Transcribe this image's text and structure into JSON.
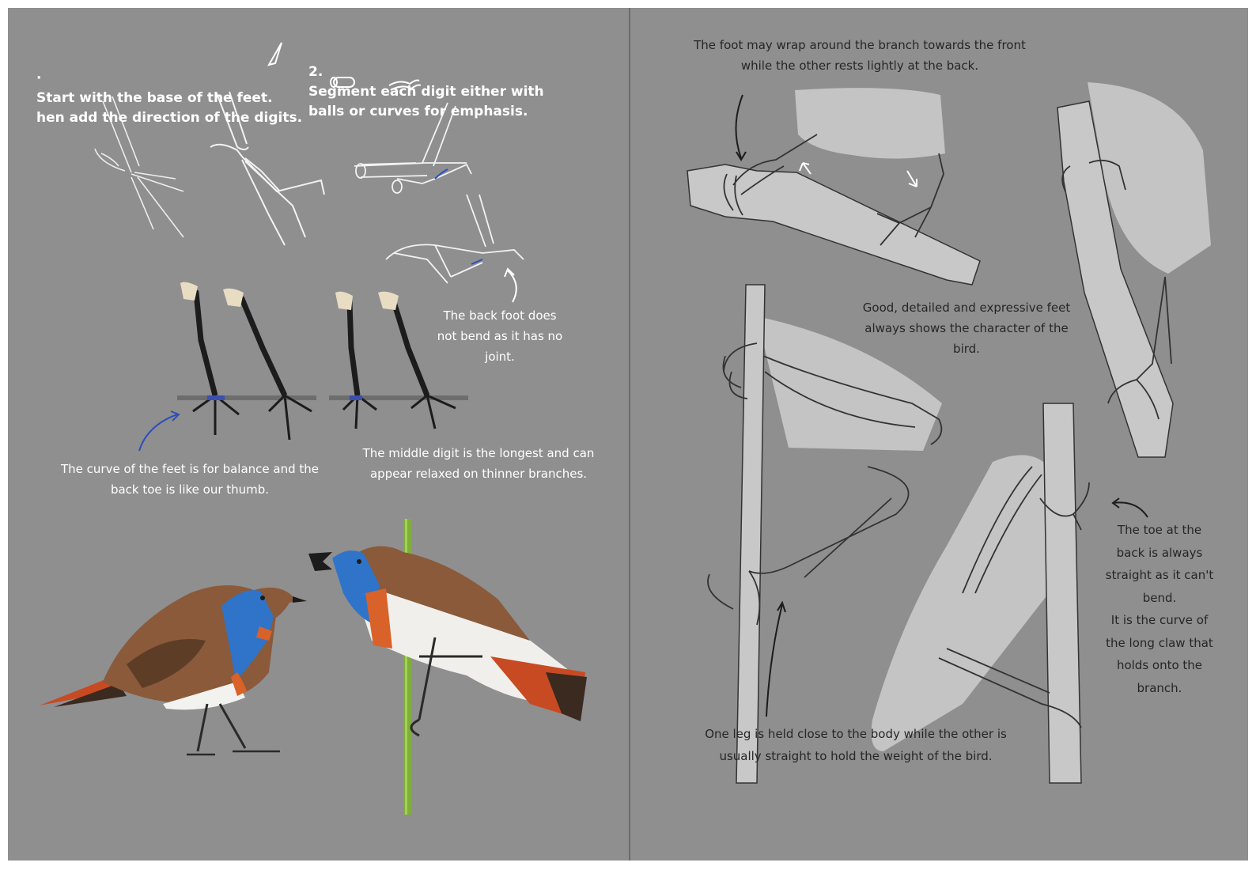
{
  "left_page": {
    "step1": {
      "label": "·",
      "text": "Start with the base of the feet.\nhen add the direction of the digits."
    },
    "step2": {
      "number": "2.",
      "text": "Segment each digit either with\nballs or curves for emphasis."
    },
    "back_foot_note": "The back foot does\nnot bend as it has no\njoint.",
    "curve_note": "The curve of the feet is for balance and the\nback toe is like our thumb.",
    "middle_digit_note": "The middle digit is the longest and can\nappear relaxed on thinner branches."
  },
  "right_page": {
    "wrap_note": "The foot may wrap around the branch towards the front\nwhile the other rests lightly at the back.",
    "character_note": "Good, detailed and expressive feet\nalways shows the character of the\nbird.",
    "back_toe_note": "The toe at the\nback is always\nstraight as it can't\nbend.\nIt is the curve of\nthe long claw that\nholds onto the\nbranch.",
    "leg_note": "One leg is held close to the body while the other is\nusually straight to hold the weight of the bird."
  },
  "colors": {
    "page_background": "#8f8f90",
    "sketch_white": "#ffffff",
    "ink": "#262626",
    "bird_brown": "#8a5a3a",
    "bird_blue": "#2f74c8",
    "bird_orange": "#d9622a",
    "stem_green": "#7fae3a",
    "silhouette_gray": "#c4c4c4"
  },
  "icons": [
    "triangle-icon",
    "ball-segment-icon",
    "curve-segment-icon",
    "arrow-icon"
  ]
}
